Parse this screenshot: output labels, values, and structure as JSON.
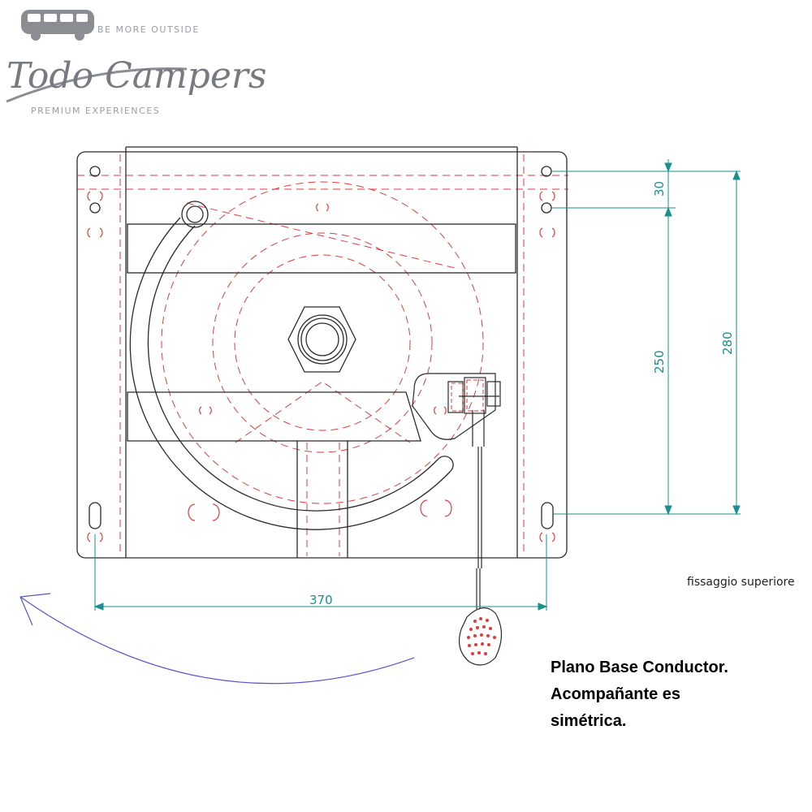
{
  "logo": {
    "name": "Todo Campers",
    "tagline_top": "BE MORE OUTSIDE",
    "tagline_bottom": "PREMIUM EXPERIENCES"
  },
  "dimensions": {
    "d30": "30",
    "d250": "250",
    "d280": "280",
    "d370": "370"
  },
  "note": "fissaggio superiore",
  "caption": {
    "line1": "Plano Base Conductor.",
    "line2": "Acompañante es",
    "line3": "simétrica."
  },
  "colors": {
    "outline": "#2a2a2a",
    "hidden": "#e23a3a",
    "dimension": "#1a8f8f",
    "arrow": "#5555cc",
    "logo": "#777a80"
  }
}
